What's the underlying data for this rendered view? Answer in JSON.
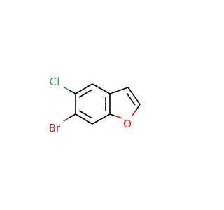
{
  "molecule": {
    "atoms": {
      "chlorine": {
        "label": "Cl",
        "color": "#2eab36"
      },
      "bromine": {
        "label": "Br",
        "color": "#a52a2a"
      },
      "oxygen": {
        "label": "O",
        "color": "#ff0d0d"
      }
    },
    "bond_color": "#000000",
    "background": "#ffffff"
  }
}
